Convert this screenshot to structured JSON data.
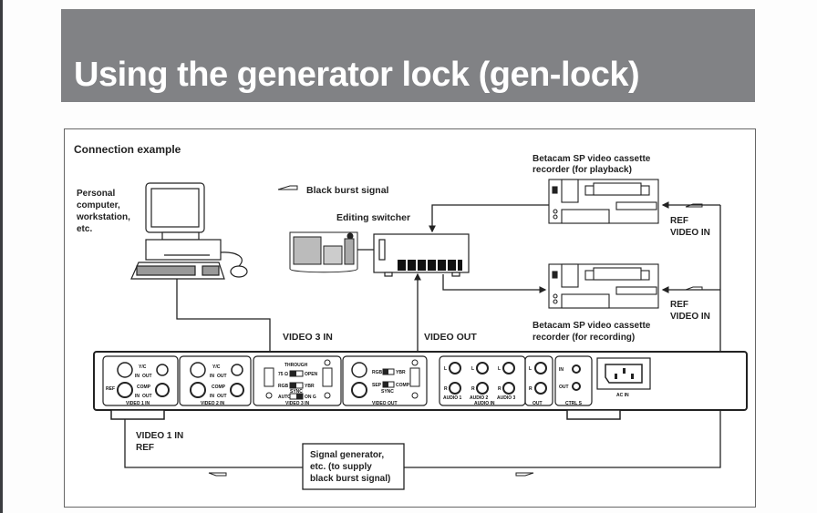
{
  "page": {
    "title": "Using the generator lock (gen-lock)",
    "section_label": "Connection example",
    "colors": {
      "title_bar": "#818285",
      "title_text": "#ffffff",
      "line": "#222222"
    }
  },
  "diagram": {
    "legend": {
      "icon": "arrow-left-icon",
      "label": "Black burst signal"
    },
    "devices": {
      "computer": {
        "lines": [
          "Personal",
          "computer,",
          "workstation,",
          "etc."
        ]
      },
      "switcher": {
        "label": "Editing switcher"
      },
      "vcr_playback": {
        "lines": [
          "Betacam SP video cassette",
          "recorder (for playback)"
        ],
        "ref_lines": [
          "REF",
          "VIDEO IN"
        ]
      },
      "vcr_recording": {
        "lines": [
          "Betacam SP video cassette",
          "recorder (for recording)"
        ],
        "ref_lines": [
          "REF",
          "VIDEO IN"
        ]
      },
      "signal_generator": {
        "lines": [
          "Signal generator,",
          "etc. (to supply",
          "black burst signal)"
        ]
      }
    },
    "connection_labels": {
      "video3_in": "VIDEO 3 IN",
      "video_out": "VIDEO OUT",
      "video1_ref": [
        "VIDEO 1 IN",
        "REF"
      ]
    },
    "rear_panel": {
      "groups": [
        "VIDEO 1 IN",
        "VIDEO 2 IN",
        "VIDEO 3 IN",
        "VIDEO OUT",
        "AUDIO IN",
        "OUT",
        "CTRL S"
      ],
      "yc": "Y/C",
      "comp": "COMP",
      "in": "IN",
      "out": "OUT",
      "ref": "REF",
      "through": "THROUGH",
      "ts": "75 Ω",
      "open": "OPEN",
      "rgb": "RGB",
      "ybr": "YBR",
      "sync": "SYNC",
      "auto": "AUTO",
      "on_g": "ON G",
      "sep": "SEP",
      "comp2": "COMP",
      "l": "L",
      "r": "R",
      "audio1": "AUDIO 1",
      "audio2": "AUDIO 2",
      "audio3": "AUDIO 3",
      "ctrl_in": "IN",
      "ctrl_out": "OUT",
      "ac_in": "AC IN"
    }
  }
}
